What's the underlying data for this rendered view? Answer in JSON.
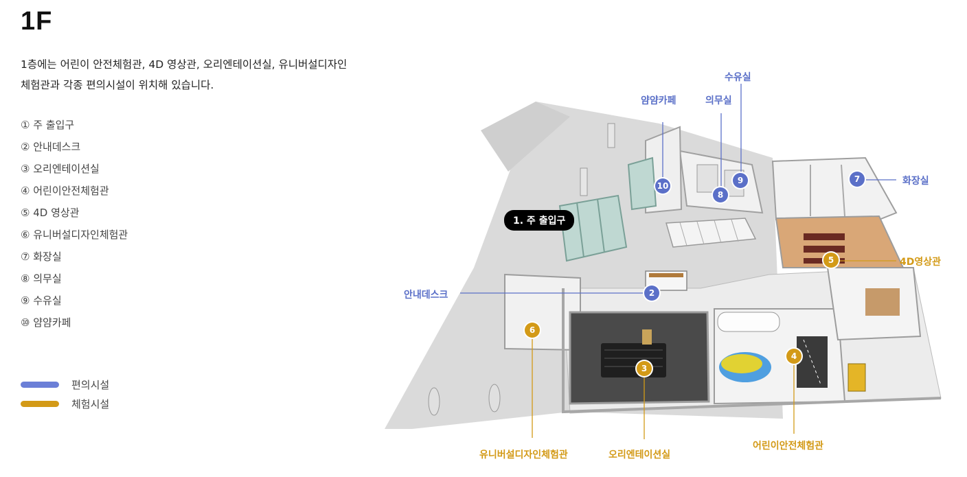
{
  "floor": "1F",
  "description": [
    "1층에는 어린이 안전체험관, 4D 영상관, 오리엔테이션실, 유니버설디자인",
    "체험관과 각종 편의시설이 위치해 있습니다."
  ],
  "facilities": [
    "① 주 출입구",
    "② 안내데스크",
    "③ 오리엔테이션실",
    "④ 어린이안전체험관",
    "⑤ 4D 영상관",
    "⑥ 유니버설디자인체험관",
    "⑦ 화장실",
    "⑧ 의무실",
    "⑨ 수유실",
    "⑩ 얌얌카페"
  ],
  "legend": [
    {
      "label": "편의시설",
      "color": "#6b7fd7"
    },
    {
      "label": "체험시설",
      "color": "#d39a17"
    }
  ],
  "map": {
    "entrance_tag": "1. 주 출입구",
    "labels": {
      "nursing_room": "수유실",
      "cafe": "얌얌카페",
      "clinic": "의무실",
      "restroom": "화장실",
      "theater_4d": "4D영상관",
      "info_desk": "안내데스크",
      "universal_design": "유니버설디자인체험관",
      "orientation": "오리엔테이션실",
      "kids_safety": "어린이안전체험관"
    },
    "markers": {
      "m2": "2",
      "m3": "3",
      "m4": "4",
      "m5": "5",
      "m6": "6",
      "m7": "7",
      "m8": "8",
      "m9": "9",
      "m10": "10"
    },
    "colors": {
      "convenience": "#5b70c8",
      "experience": "#d39a17"
    }
  }
}
